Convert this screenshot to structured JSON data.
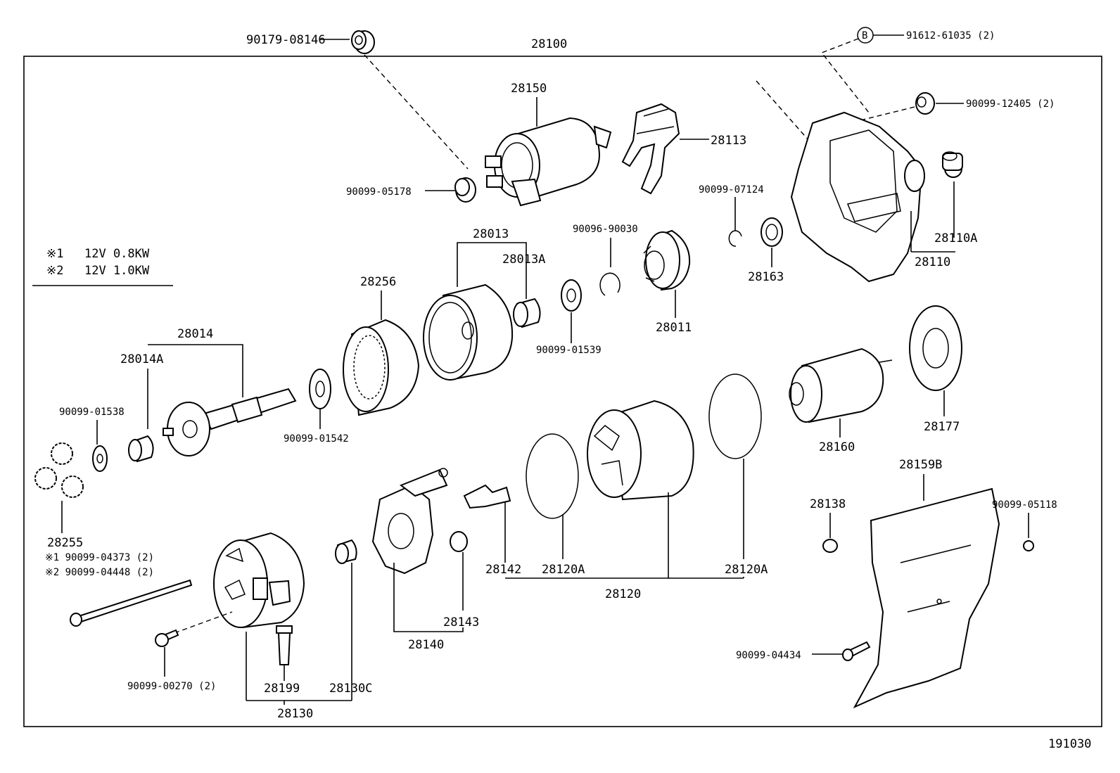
{
  "diagram": {
    "assembly_label": "28100",
    "figure_number": "191030",
    "legend": [
      {
        "mark": "※1",
        "text": "12V 0.8KW"
      },
      {
        "mark": "※2",
        "text": "12V 1.0KW"
      }
    ],
    "parts": {
      "p90179_08146": "90179-08146",
      "p91612_61035": "91612-61035 (2)",
      "p91612_mark": "B",
      "p28150": "28150",
      "p28113": "28113",
      "p90099_12405": "90099-12405 (2)",
      "p90099_05178": "90099-05178",
      "p90099_07124": "90099-07124",
      "p28110A": "28110A",
      "p28110": "28110",
      "p28013": "28013",
      "p28013A": "28013A",
      "p90096_90030": "90096-90030",
      "p28163": "28163",
      "p28256": "28256",
      "p28011": "28011",
      "p90099_01539": "90099-01539",
      "p28014": "28014",
      "p28014A": "28014A",
      "p90099_01538": "90099-01538",
      "p90099_01542": "90099-01542",
      "p28177": "28177",
      "p28160": "28160",
      "p28255": "28255",
      "p28159B": "28159B",
      "p90099_04373": "※1 90099-04373 (2)",
      "p90099_04448": "※2 90099-04448 (2)",
      "p28138": "28138",
      "p90099_05118": "90099-05118",
      "p28142": "28142",
      "p28120A_left": "28120A",
      "p28120A_right": "28120A",
      "p28120": "28120",
      "p28143": "28143",
      "p28140": "28140",
      "p90099_04434": "90099-04434",
      "p90099_00270": "90099-00270 (2)",
      "p28199": "28199",
      "p28130C": "28130C",
      "p28130": "28130"
    }
  }
}
